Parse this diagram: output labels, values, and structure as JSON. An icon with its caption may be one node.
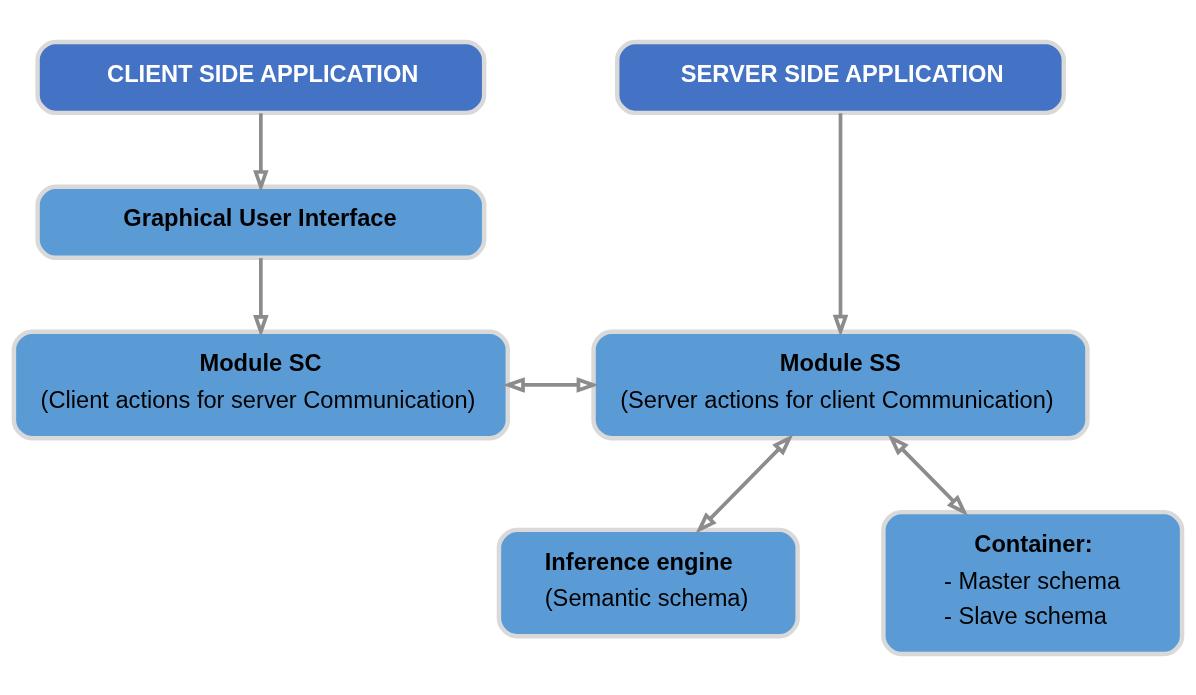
{
  "diagram": {
    "nodes": [
      {
        "text": [
          "CLIENT SIDE APPLICATION"
        ]
      },
      {
        "text": [
          "SERVER SIDE APPLICATION"
        ]
      },
      {
        "text": [
          "Graphical User Interface"
        ]
      },
      {
        "text": [
          "Module SC",
          "(Client actions for server Communication)"
        ]
      },
      {
        "text": [
          "Module SS",
          "(Server actions for client Communication)"
        ]
      },
      {
        "text": [
          "Inference engine",
          "(Semantic schema)"
        ]
      },
      {
        "text": [
          "Container:",
          "- Master schema",
          "- Slave schema"
        ]
      }
    ],
    "edges": [
      {
        "from": 0,
        "to": 2,
        "arrow": "to"
      },
      {
        "from": 2,
        "to": 3,
        "arrow": "to"
      },
      {
        "from": 3,
        "to": 4,
        "arrow": "both"
      },
      {
        "from": 1,
        "to": 4,
        "arrow": "to"
      },
      {
        "from": 4,
        "to": 5,
        "arrow": "both"
      },
      {
        "from": 4,
        "to": 6,
        "arrow": "both"
      }
    ]
  }
}
